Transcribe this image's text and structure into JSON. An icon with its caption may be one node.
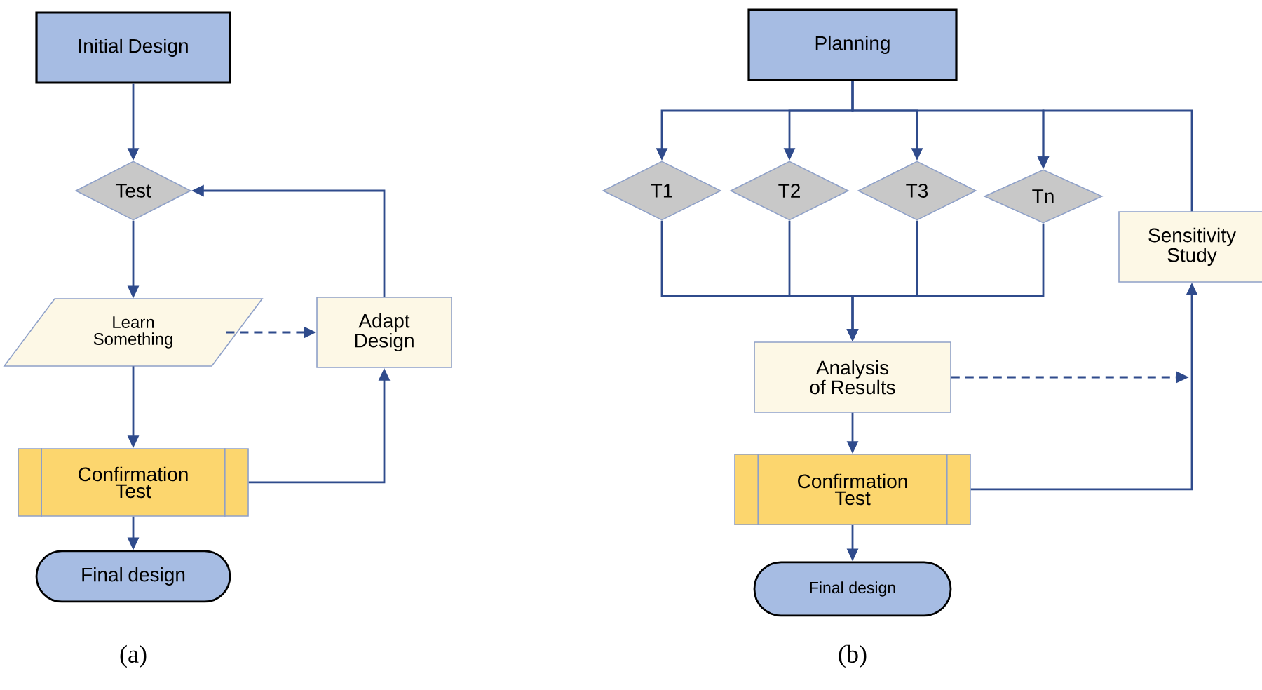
{
  "diagram": {
    "nodes": [
      {
        "text": [
          "Initial Design"
        ]
      },
      {
        "text": [
          "Test"
        ]
      },
      {
        "text": [
          "Learn Something"
        ]
      },
      {
        "text": [
          "Adapt Design"
        ]
      },
      {
        "text": [
          "Confirmation Test"
        ]
      },
      {
        "text": [
          "Final design"
        ]
      },
      {
        "text": [
          "Planning"
        ]
      },
      {
        "text": [
          "T1"
        ]
      },
      {
        "text": [
          "T2"
        ]
      },
      {
        "text": [
          "T3"
        ]
      },
      {
        "text": [
          "Tn"
        ]
      },
      {
        "text": [
          "Sensitivity Study"
        ]
      },
      {
        "text": [
          "Analysis of Results"
        ]
      },
      {
        "text": [
          "Confirmation Test"
        ]
      },
      {
        "text": [
          "Final design"
        ]
      }
    ],
    "edges": [
      {
        "from": 0,
        "to": 1,
        "arrow": "to"
      },
      {
        "from": 1,
        "to": 2,
        "arrow": "to"
      },
      {
        "from": 2,
        "to": 3,
        "arrow": "to",
        "style": "dashed"
      },
      {
        "from": 2,
        "to": 4,
        "arrow": "to"
      },
      {
        "from": 4,
        "to": 3,
        "arrow": "to"
      },
      {
        "from": 3,
        "to": 1,
        "arrow": "to"
      },
      {
        "from": 4,
        "to": 5,
        "arrow": "to"
      },
      {
        "from": 6,
        "to": 7,
        "arrow": "to"
      },
      {
        "from": 6,
        "to": 8,
        "arrow": "to"
      },
      {
        "from": 6,
        "to": 9,
        "arrow": "to"
      },
      {
        "from": 6,
        "to": 10,
        "arrow": "to"
      },
      {
        "from": 7,
        "to": 12,
        "arrow": "to"
      },
      {
        "from": 8,
        "to": 12,
        "arrow": "to"
      },
      {
        "from": 9,
        "to": 12,
        "arrow": "to"
      },
      {
        "from": 10,
        "to": 12,
        "arrow": "to"
      },
      {
        "from": 12,
        "to": null,
        "arrow": "to",
        "style": "dashed"
      },
      {
        "from": 12,
        "to": 13,
        "arrow": "to"
      },
      {
        "from": 13,
        "to": 11,
        "arrow": "to"
      },
      {
        "from": 11,
        "to": 10,
        "arrow": "to"
      },
      {
        "from": 13,
        "to": 14,
        "arrow": "to"
      }
    ],
    "labels": [
      "(a)",
      "(b)"
    ]
  }
}
